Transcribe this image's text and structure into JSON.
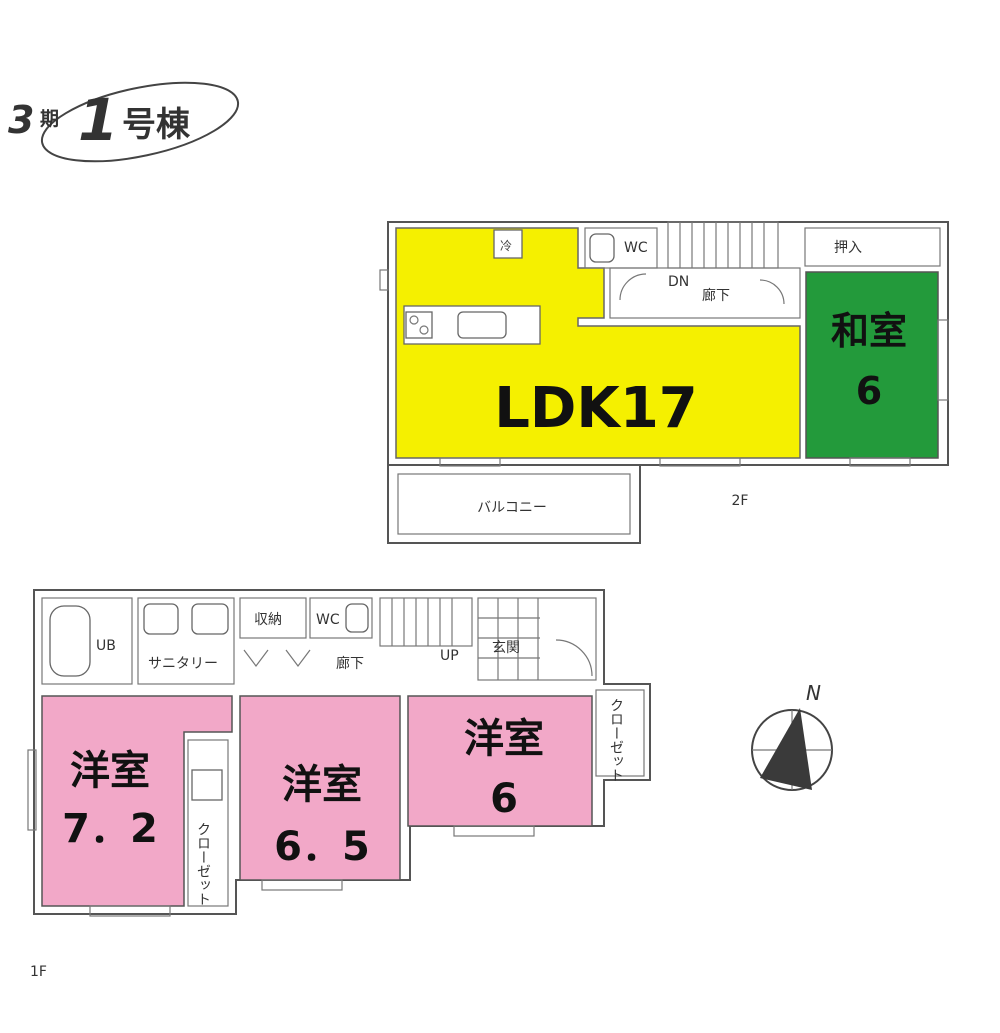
{
  "title": {
    "phase": "3",
    "phase_suffix": "期",
    "number": "1",
    "unit": "号棟"
  },
  "floors": {
    "upper": {
      "label": "2F",
      "rooms": {
        "ldk": {
          "name": "LDK17",
          "color": "#f5f000"
        },
        "washitsu": {
          "name": "和室",
          "size": "6",
          "color": "#239a3b"
        },
        "oshiire": "押入",
        "wc": "WC",
        "corridor": "廊下",
        "stairs_dn": "DN",
        "balcony": "バルコニー",
        "fridge": "冷"
      }
    },
    "lower": {
      "label": "1F",
      "rooms": {
        "yoshitsu_a": {
          "name": "洋室",
          "size": "7．2",
          "color": "#f2a8c8"
        },
        "yoshitsu_b": {
          "name": "洋室",
          "size": "6．5",
          "color": "#f2a8c8"
        },
        "yoshitsu_c": {
          "name": "洋室",
          "size": "6",
          "color": "#f2a8c8"
        },
        "ub": "UB",
        "sanitary": "サニタリー",
        "storage": "収納",
        "wc": "WC",
        "corridor": "廊下",
        "stairs_up": "UP",
        "entrance": "玄関",
        "closet_right": "クローゼット",
        "closet_left": "クローゼット"
      }
    }
  },
  "compass": {
    "label": "N",
    "color": "#3a3a3a"
  }
}
